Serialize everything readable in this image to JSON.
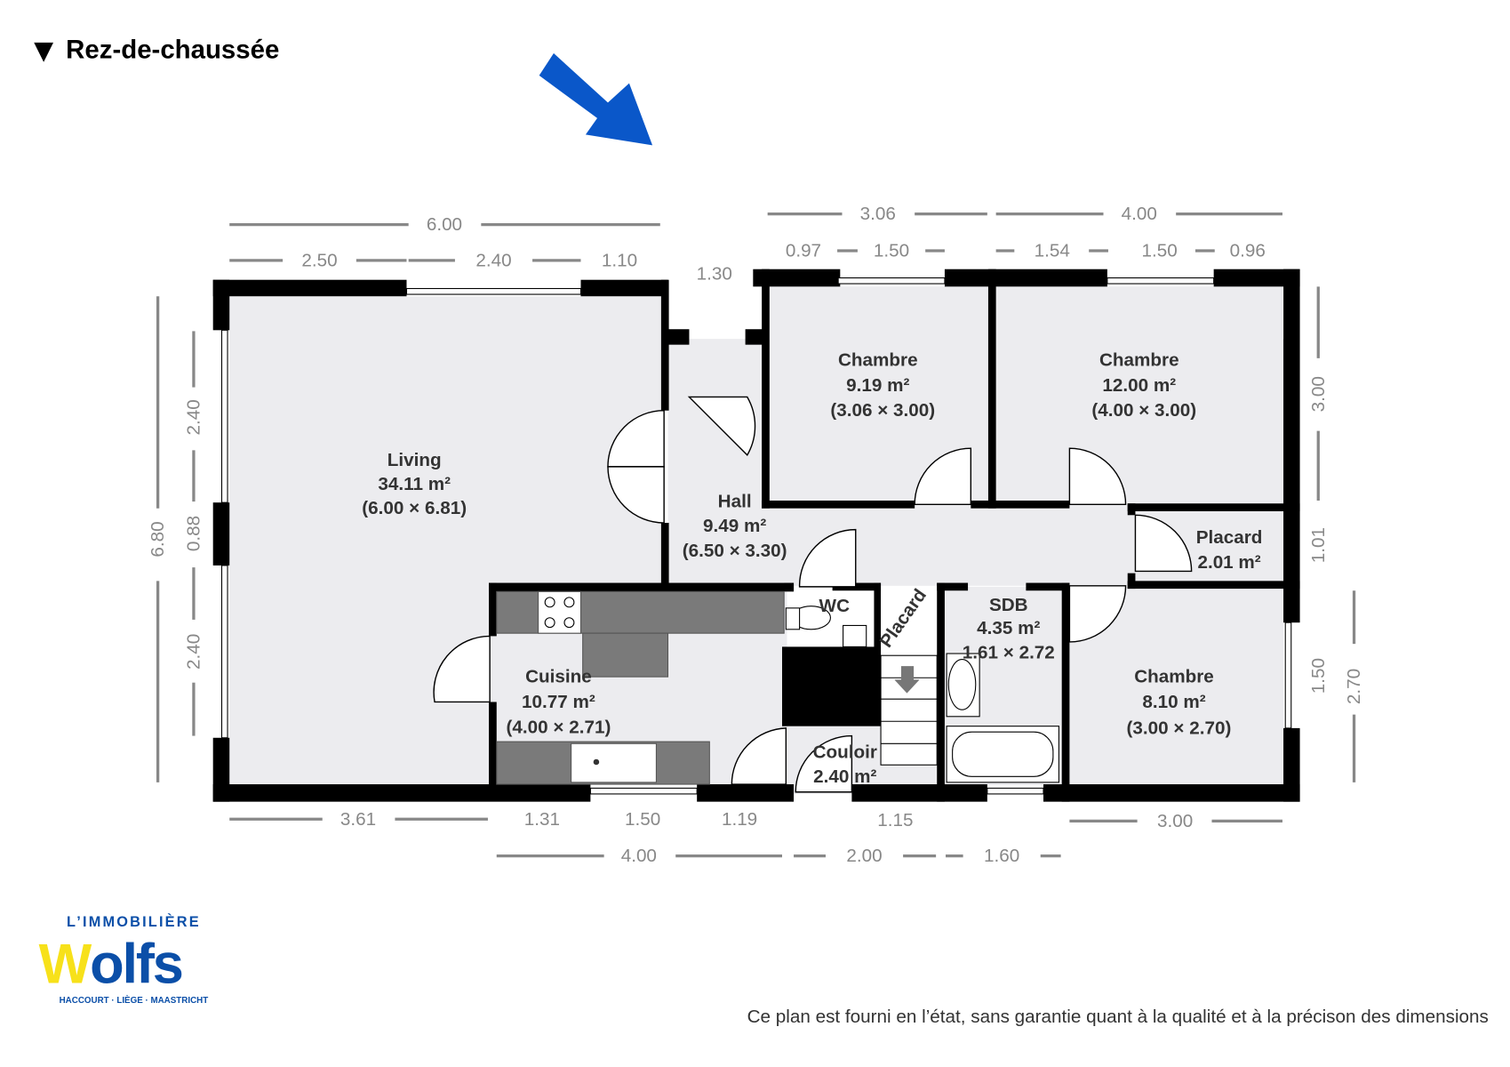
{
  "title": "Rez-de-chaussée",
  "title_icon": "triangle-down-icon",
  "accent_color": "#0a57c9",
  "rooms": [
    {
      "name": "Living",
      "area": "34.11 m²",
      "dims": "(6.00 × 6.81)"
    },
    {
      "name": "Hall",
      "area": "9.49 m²",
      "dims": "(6.50 × 3.30)"
    },
    {
      "name": "Chambre",
      "area": "9.19 m²",
      "dims": "(3.06 × 3.00)"
    },
    {
      "name": "Chambre",
      "area": "12.00 m²",
      "dims": "(4.00 × 3.00)"
    },
    {
      "name": "Placard",
      "area": "2.01 m²"
    },
    {
      "name": "Cuisine",
      "area": "10.77 m²",
      "dims": "(4.00 × 2.71)"
    },
    {
      "name": "WC"
    },
    {
      "name": "Placard"
    },
    {
      "name": "SDB",
      "area": "4.35 m²",
      "dims": "1.61 × 2.72"
    },
    {
      "name": "Chambre",
      "area": "8.10 m²",
      "dims": "(3.00 × 2.70)"
    },
    {
      "name": "Couloir",
      "area": "2.40 m²"
    }
  ],
  "dims": [
    "6.00",
    "2.50",
    "2.40",
    "1.10",
    "1.30",
    "3.06",
    "0.97",
    "1.50",
    "4.00",
    "1.54",
    "1.50",
    "0.96",
    "3.00",
    "1.01",
    "2.70",
    "1.50",
    "6.80",
    "2.40",
    "0.88",
    "2.40",
    "3.61",
    "1.31",
    "1.50",
    "1.19",
    "4.00",
    "1.15",
    "2.00",
    "1.60",
    "3.00"
  ],
  "logo": {
    "top": "L’IMMOBILIÈRE",
    "name": "Wolfs",
    "bottom": "HACCOURT · LIÈGE · MAASTRICHT",
    "yellow": "#f7e11a",
    "blue": "#0b4fa8"
  },
  "disclaimer": "Ce plan est fourni en l’état, sans garantie quant à la qualité et à la précison des dimensions"
}
